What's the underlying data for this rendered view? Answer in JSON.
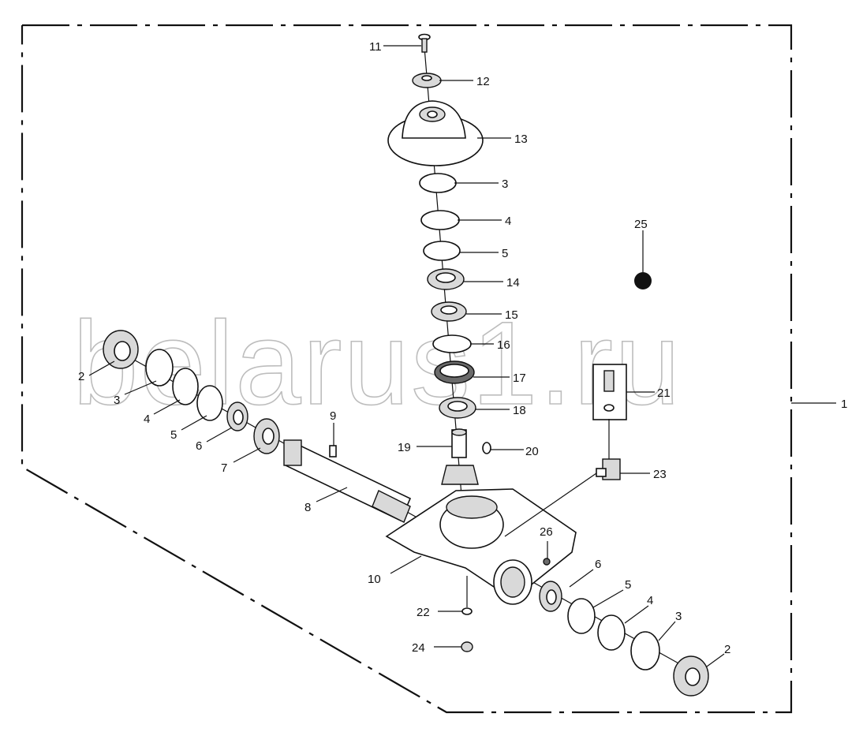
{
  "watermark": "belarus1.ru",
  "corner_mark": "",
  "callouts": {
    "n1": "1",
    "n2a": "2",
    "n2b": "2",
    "n3a": "3",
    "n3b": "3",
    "n3c": "3",
    "n4a": "4",
    "n4b": "4",
    "n4c": "4",
    "n5a": "5",
    "n5b": "5",
    "n5c": "5",
    "n6a": "6",
    "n6b": "6",
    "n7": "7",
    "n8": "8",
    "n9": "9",
    "n10": "10",
    "n11": "11",
    "n12": "12",
    "n13": "13",
    "n14": "14",
    "n15": "15",
    "n16": "16",
    "n17": "17",
    "n18": "18",
    "n19": "19",
    "n20": "20",
    "n21": "21",
    "n22": "22",
    "n23": "23",
    "n24": "24",
    "n25": "25",
    "n26": "26"
  }
}
